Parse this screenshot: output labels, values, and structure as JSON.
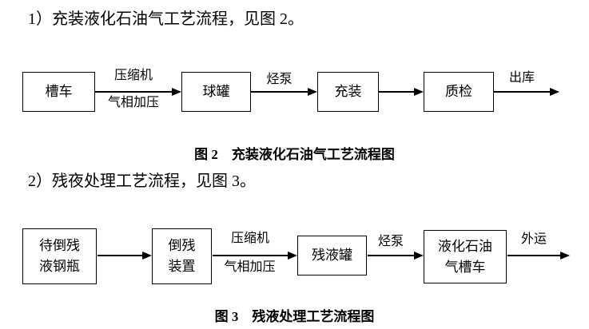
{
  "page": {
    "background_color": "#ffffff",
    "text_color": "#000000"
  },
  "paragraphs": {
    "p1": "1）充装液化石油气工艺流程，见图 2。",
    "p2": "2）残夜处理工艺流程，见图 3。"
  },
  "fig2": {
    "caption": "图 2　充装液化石油气工艺流程图",
    "nodes": [
      "槽车",
      "球罐",
      "充装",
      "质检"
    ],
    "edges": [
      {
        "label_top": "压缩机",
        "label_bottom": "气相加压"
      },
      {
        "label_top": "烃泵"
      },
      {},
      {
        "label_top": "出库"
      }
    ]
  },
  "fig3": {
    "caption": "图 3　残液处理工艺流程图",
    "nodes": [
      "待倒残\n液钢瓶",
      "倒残\n装置",
      "残液罐",
      "液化石油\n气槽车"
    ],
    "edges": [
      {},
      {
        "label_top": "压缩机",
        "label_bottom": "气相加压"
      },
      {
        "label_top": "烃泵"
      },
      {
        "label_top": "外运"
      }
    ]
  }
}
